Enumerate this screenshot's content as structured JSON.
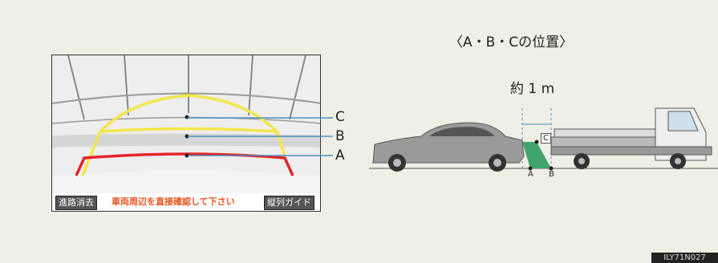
{
  "monitor": {
    "button_left": "進路消去",
    "warning": "車両周辺を直接確認して下さい",
    "button_right": "縦列ガイド"
  },
  "callouts": [
    "C",
    "B",
    "A"
  ],
  "diagram": {
    "title": "〈A・B・Cの位置〉",
    "distance": "約 1 m",
    "point_c": "C",
    "point_a": "A",
    "point_b": "B"
  },
  "figure_code": "ILY71N027",
  "colors": {
    "guide_yellow": "#f2e64a",
    "guide_red": "#e3252a",
    "arrow_blue": "#4a8fc0",
    "ground_green": "#3ea56a"
  }
}
